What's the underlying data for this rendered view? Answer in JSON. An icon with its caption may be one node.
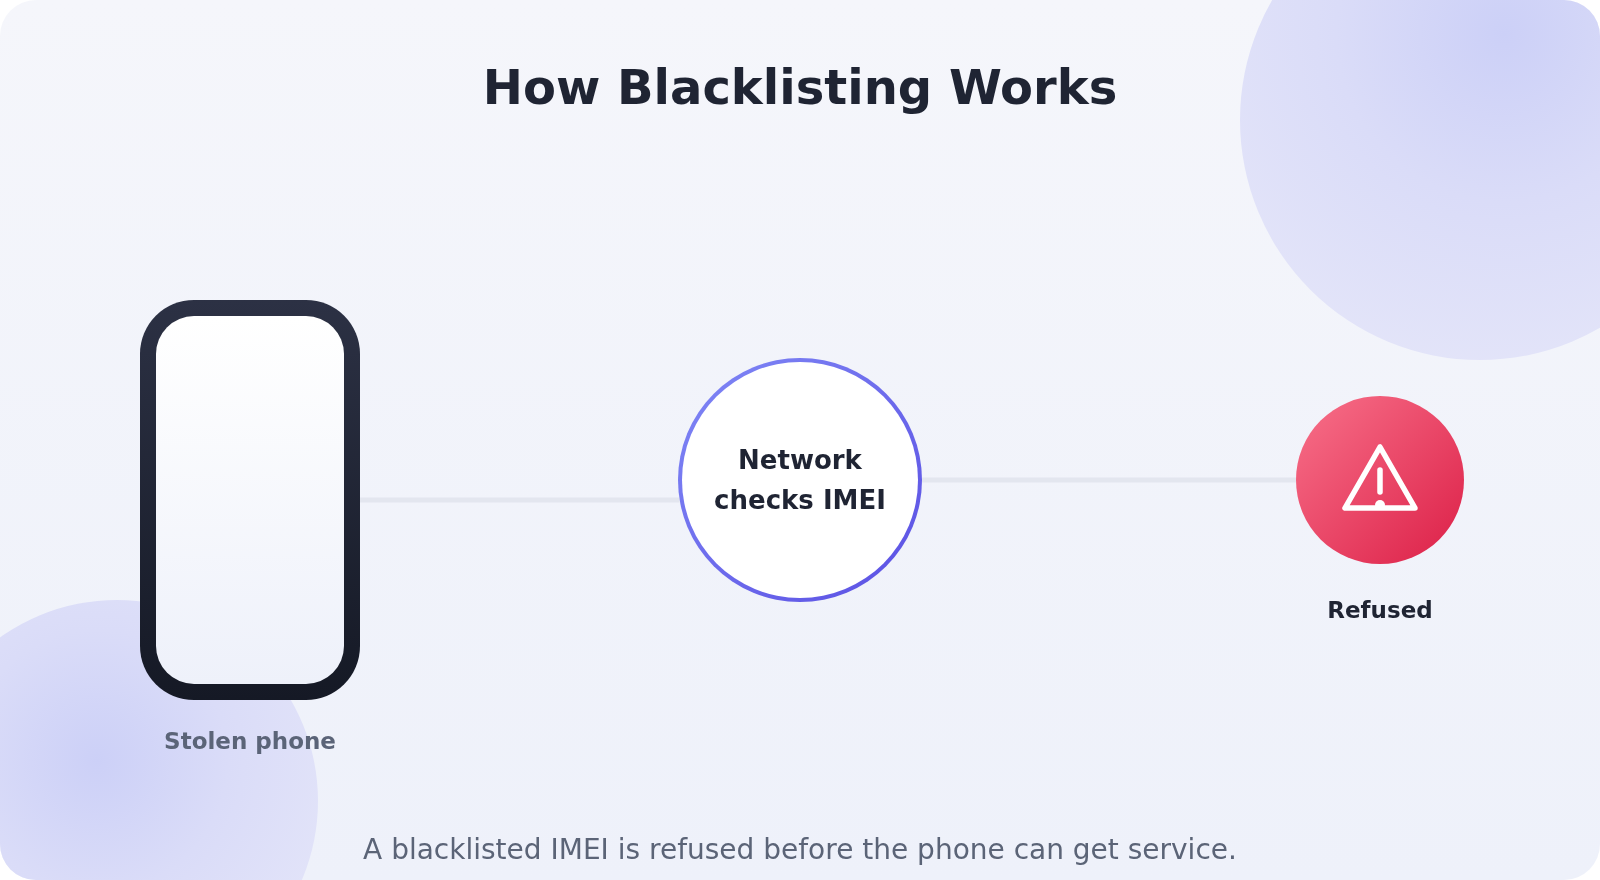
{
  "diagram": {
    "title": "How Blacklisting Works",
    "caption": "A blacklisted IMEI is refused before the phone can get service.",
    "nodes": [
      {
        "text": [
          "Stolen phone"
        ]
      },
      {
        "text": [
          "Network checks IMEI"
        ]
      },
      {
        "text": [
          "Refused"
        ]
      }
    ],
    "edges": [
      {
        "from": 0,
        "to": 1,
        "arrow": "none"
      },
      {
        "from": 1,
        "to": 2,
        "arrow": "none"
      }
    ]
  }
}
